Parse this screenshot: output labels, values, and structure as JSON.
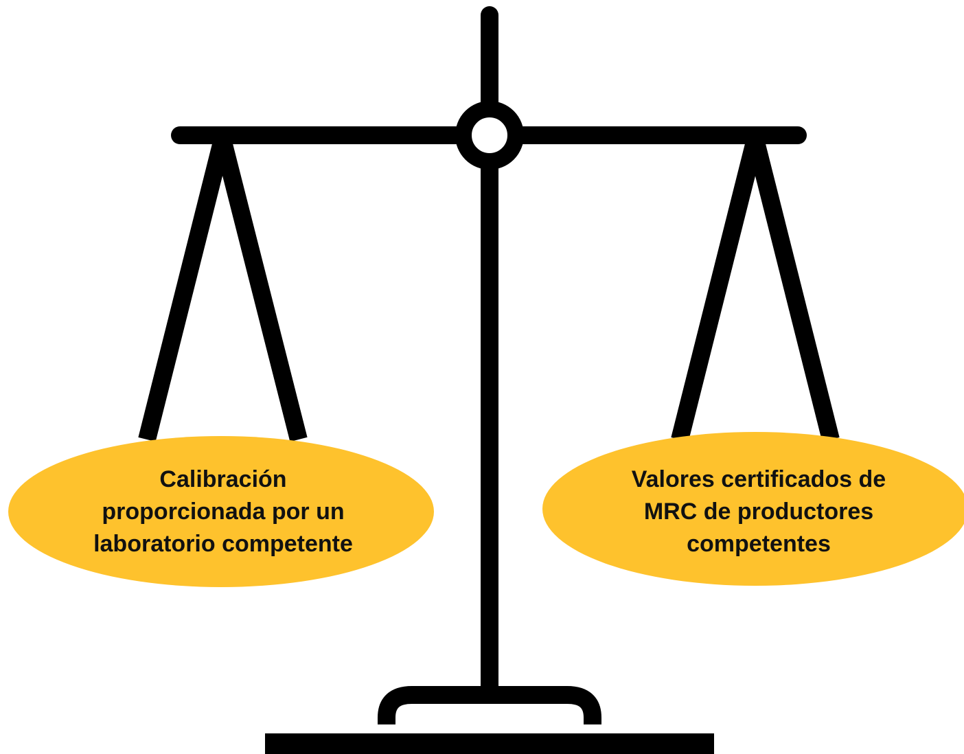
{
  "colors": {
    "frame": "#000000",
    "pan_fill": "#FEC22D",
    "background": "#FFFFFF",
    "text": "#111111"
  },
  "left_pan": {
    "lines": [
      "Calibración",
      "proporcionada por un",
      "laboratorio competente"
    ]
  },
  "right_pan": {
    "lines": [
      "Valores certificados de",
      "MRC de productores",
      "competentes"
    ]
  }
}
